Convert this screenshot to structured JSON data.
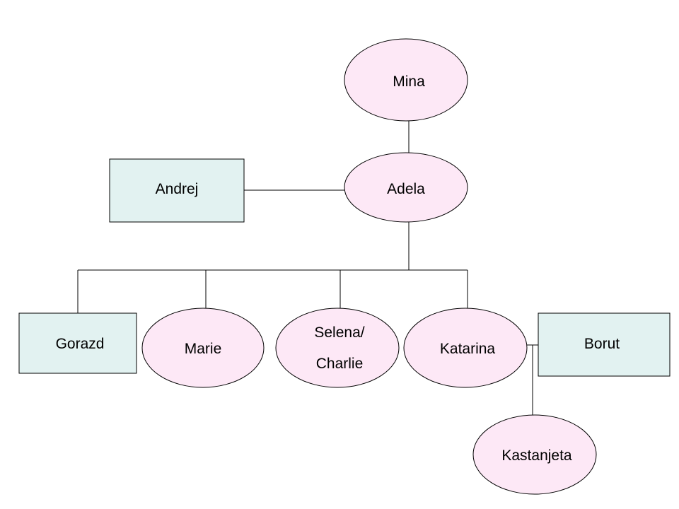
{
  "diagram": {
    "nodes": {
      "mina": {
        "label": "Mina",
        "shape": "ellipse"
      },
      "adela": {
        "label": "Adela",
        "shape": "ellipse"
      },
      "andrej": {
        "label": "Andrej",
        "shape": "rectangle"
      },
      "gorazd": {
        "label": "Gorazd",
        "shape": "rectangle"
      },
      "marie": {
        "label": "Marie",
        "shape": "ellipse"
      },
      "selena_charlie": {
        "label_line1": "Selena/",
        "label_line2": "Charlie",
        "shape": "ellipse"
      },
      "katarina": {
        "label": "Katarina",
        "shape": "ellipse"
      },
      "borut": {
        "label": "Borut",
        "shape": "rectangle"
      },
      "kastanjeta": {
        "label": "Kastanjeta",
        "shape": "ellipse"
      }
    },
    "colors": {
      "ellipse_fill": "#fde8f6",
      "rectangle_fill": "#e2f2f1",
      "stroke": "#000000"
    },
    "relations": [
      {
        "from": "mina",
        "to": "adela",
        "type": "parent-child"
      },
      {
        "from": "andrej",
        "to": "adela",
        "type": "partner"
      },
      {
        "from": "adela",
        "to": "gorazd",
        "type": "parent-child"
      },
      {
        "from": "adela",
        "to": "marie",
        "type": "parent-child"
      },
      {
        "from": "adela",
        "to": "selena_charlie",
        "type": "parent-child"
      },
      {
        "from": "adela",
        "to": "katarina",
        "type": "parent-child"
      },
      {
        "from": "katarina",
        "to": "borut",
        "type": "partner"
      },
      {
        "from": "katarina",
        "to": "kastanjeta",
        "type": "parent-child"
      }
    ]
  }
}
